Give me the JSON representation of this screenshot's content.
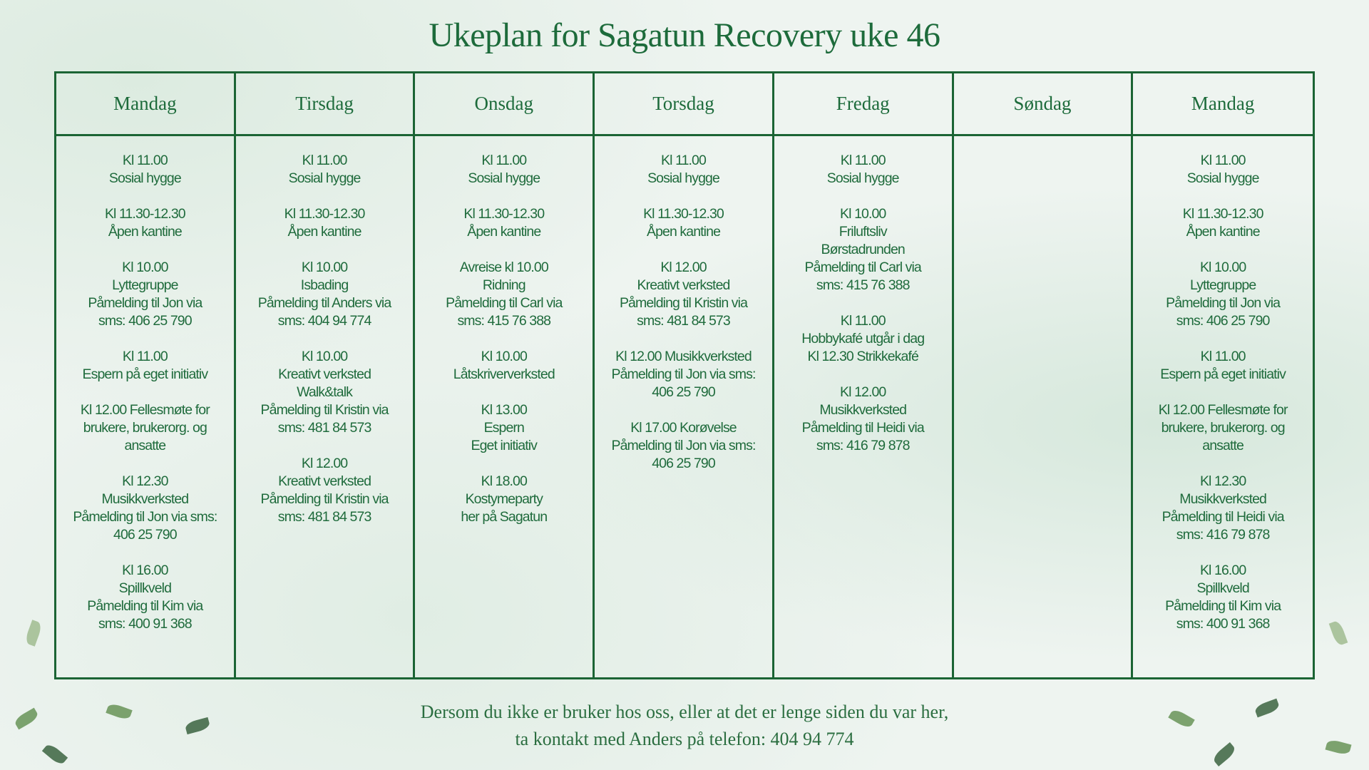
{
  "title": "Ukeplan for Sagatun Recovery uke 46",
  "days": [
    {
      "name": "Mandag",
      "blocks": [
        [
          "Kl 11.00",
          "Sosial hygge"
        ],
        [
          "Kl 11.30-12.30",
          "Åpen kantine"
        ],
        [
          "Kl 10.00",
          "Lyttegruppe",
          "Påmelding til Jon via",
          "sms: 406 25 790"
        ],
        [
          "Kl 11.00",
          "Espern på eget initiativ"
        ],
        [
          "Kl 12.00 Fellesmøte for",
          "brukere, brukerorg. og",
          "ansatte"
        ],
        [
          "Kl 12.30",
          "Musikkverksted",
          "Påmelding til Jon via sms:",
          "406 25 790"
        ],
        [
          "Kl 16.00",
          "Spillkveld",
          "Påmelding til Kim via",
          "sms: 400 91 368"
        ]
      ]
    },
    {
      "name": "Tirsdag",
      "blocks": [
        [
          "Kl 11.00",
          "Sosial hygge"
        ],
        [
          "Kl 11.30-12.30",
          "Åpen kantine"
        ],
        [
          "Kl 10.00",
          "Isbading",
          "Påmelding til Anders via",
          "sms: 404 94 774"
        ],
        [
          "Kl 10.00",
          "Kreativt verksted",
          "Walk&talk",
          "Påmelding til Kristin via",
          "sms: 481 84 573"
        ],
        [
          "Kl 12.00",
          "Kreativt verksted",
          "Påmelding til Kristin via",
          "sms: 481 84 573"
        ]
      ]
    },
    {
      "name": "Onsdag",
      "blocks": [
        [
          "Kl 11.00",
          "Sosial hygge"
        ],
        [
          "Kl 11.30-12.30",
          "Åpen kantine"
        ],
        [
          "Avreise kl 10.00",
          "Ridning",
          "Påmelding til Carl via",
          "sms: 415 76 388"
        ],
        [
          "Kl 10.00",
          "Låtskriververksted"
        ],
        [
          "Kl 13.00",
          "Espern",
          "Eget initiativ"
        ],
        [
          "Kl 18.00",
          "Kostymeparty",
          "her på Sagatun"
        ]
      ]
    },
    {
      "name": "Torsdag",
      "blocks": [
        [
          "Kl 11.00",
          "Sosial hygge"
        ],
        [
          "Kl 11.30-12.30",
          "Åpen kantine"
        ],
        [
          "Kl 12.00",
          "Kreativt verksted",
          "Påmelding til Kristin via",
          "sms: 481 84 573"
        ],
        [
          "Kl 12.00 Musikkverksted",
          "Påmelding til Jon via sms:",
          "406 25 790"
        ],
        [
          "Kl 17.00 Korøvelse",
          "Påmelding til Jon via sms:",
          "406 25 790"
        ]
      ]
    },
    {
      "name": "Fredag",
      "blocks": [
        [
          "Kl 11.00",
          "Sosial hygge"
        ],
        [
          "Kl 10.00",
          "Friluftsliv",
          "Børstadrunden",
          "Påmelding til Carl via",
          "sms: 415 76 388"
        ],
        [
          "Kl 11.00",
          "Hobbykafé utgår i dag",
          "Kl 12.30 Strikkekafé"
        ],
        [
          "Kl 12.00",
          "Musikkverksted",
          "Påmelding til Heidi via",
          "sms: 416 79 878"
        ]
      ]
    },
    {
      "name": "Søndag",
      "blocks": []
    },
    {
      "name": "Mandag",
      "blocks": [
        [
          "Kl 11.00",
          "Sosial hygge"
        ],
        [
          "Kl 11.30-12.30",
          "Åpen kantine"
        ],
        [
          "Kl 10.00",
          "Lyttegruppe",
          "Påmelding til Jon via",
          "sms: 406 25 790"
        ],
        [
          "Kl 11.00",
          "Espern på eget initiativ"
        ],
        [
          "Kl 12.00 Fellesmøte for",
          "brukere, brukerorg. og",
          "ansatte"
        ],
        [
          "Kl 12.30",
          "Musikkverksted",
          "Påmelding til Heidi via",
          "sms: 416 79 878"
        ],
        [
          "Kl 16.00",
          "Spillkveld",
          "Påmelding til Kim via",
          "sms: 400 91 368"
        ]
      ]
    }
  ],
  "footer": {
    "line1": "Dersom du ikke er bruker hos oss, eller at det er lenge siden du var her,",
    "line2": "ta kontakt med Anders på telefon: 404 94 774"
  },
  "colors": {
    "accent": "#1b6434",
    "text": "#1f6b3c"
  }
}
